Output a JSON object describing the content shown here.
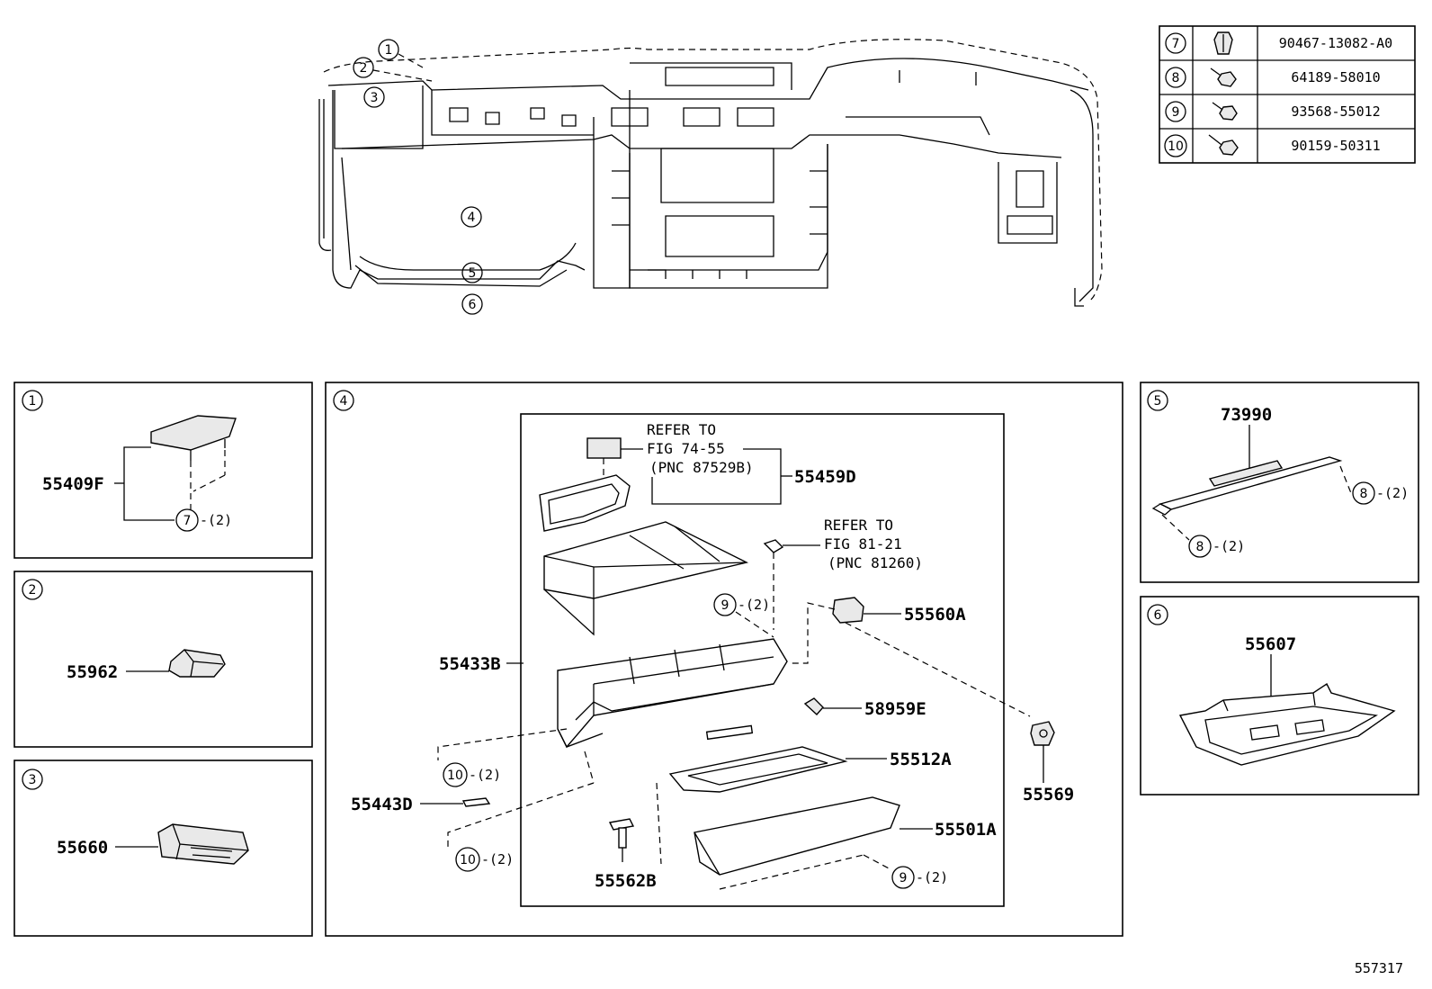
{
  "fastener_table": [
    {
      "ref": "7",
      "part_no": "90467-13082-A0",
      "icon": "clip-icon"
    },
    {
      "ref": "8",
      "part_no": "64189-58010",
      "icon": "bolt-icon"
    },
    {
      "ref": "9",
      "part_no": "93568-55012",
      "icon": "bolt-icon"
    },
    {
      "ref": "10",
      "part_no": "90159-50311",
      "icon": "screw-icon"
    }
  ],
  "overview_callouts": [
    "1",
    "2",
    "3",
    "4",
    "5",
    "6"
  ],
  "panel1": {
    "num": "1",
    "part": "55409F",
    "fastener": "7",
    "qty": "-(2)"
  },
  "panel2": {
    "num": "2",
    "part": "55962"
  },
  "panel3": {
    "num": "3",
    "part": "55660"
  },
  "panel4": {
    "num": "4",
    "refer1": {
      "line1": "REFER TO",
      "line2": "FIG 74-55",
      "line3": "(PNC 87529B)"
    },
    "refer2": {
      "line1": "REFER TO",
      "line2": "FIG 81-21",
      "line3": "(PNC 81260)"
    },
    "parts": {
      "p55459D": "55459D",
      "p55433B": "55433B",
      "p55560A": "55560A",
      "p58959E": "58959E",
      "p55512A": "55512A",
      "p55501A": "55501A",
      "p55443D": "55443D",
      "p55562B": "55562B",
      "p55569": "55569"
    },
    "fasteners": {
      "f9a": "9",
      "f9b": "9",
      "f10a": "10",
      "f10b": "10",
      "qty": "-(2)"
    }
  },
  "panel5": {
    "num": "5",
    "part": "73990",
    "fastener": "8",
    "qty": "-(2)"
  },
  "panel6": {
    "num": "6",
    "part": "55607"
  },
  "figure_id": "557317"
}
